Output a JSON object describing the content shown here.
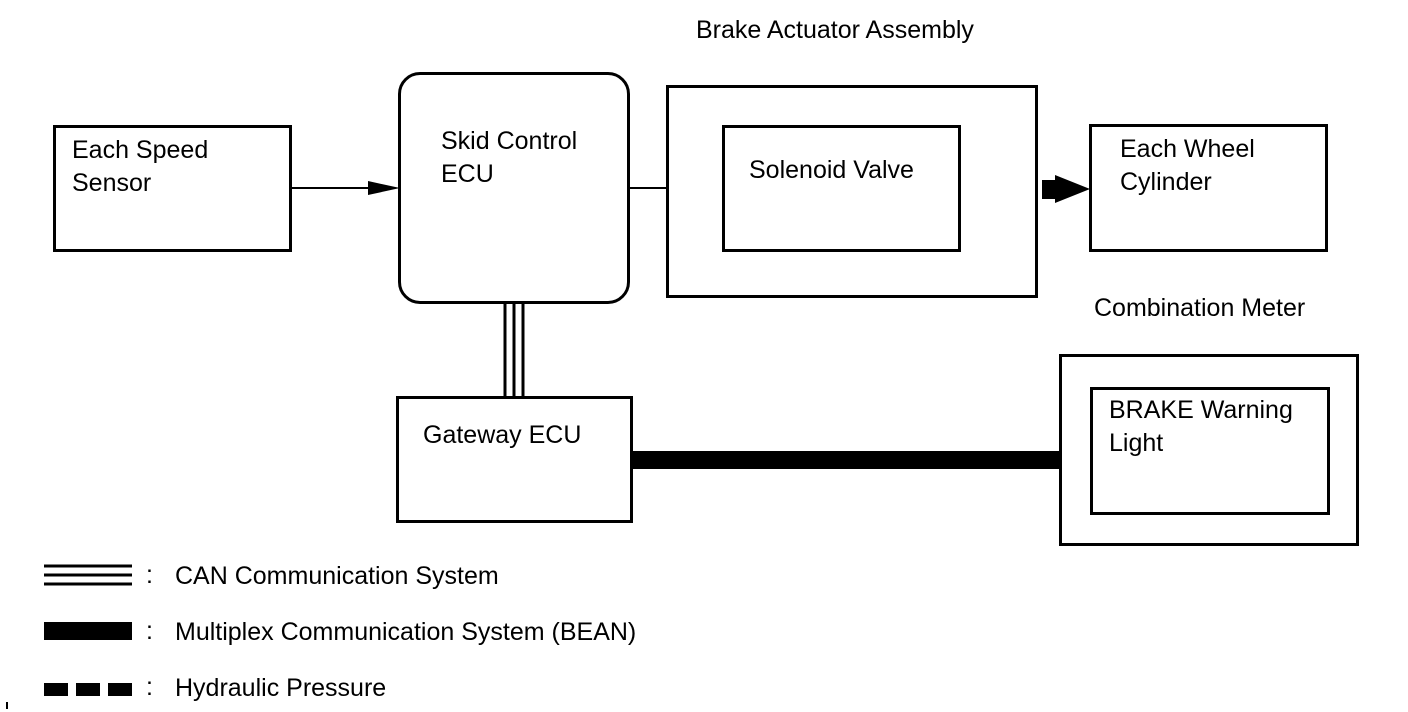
{
  "titles": {
    "brake_actuator": "Brake Actuator Assembly",
    "combination_meter": "Combination Meter"
  },
  "blocks": {
    "speed_sensor": "Each Speed\nSensor",
    "skid_control_ecu": "Skid Control\nECU",
    "solenoid_valve": "Solenoid Valve",
    "wheel_cylinder": "Each Wheel\nCylinder",
    "gateway_ecu": "Gateway ECU",
    "brake_warning_light": "BRAKE Warning\nLight"
  },
  "legend": {
    "separator": ":",
    "can": "CAN Communication System",
    "bean": "Multiplex Communication System (BEAN)",
    "hydraulic": "Hydraulic Pressure"
  }
}
